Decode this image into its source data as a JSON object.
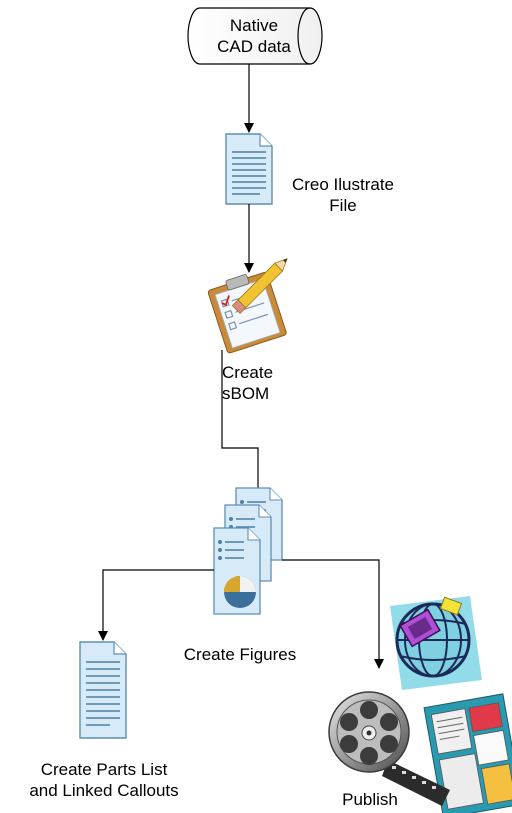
{
  "nodes": {
    "cad": {
      "line1": "Native",
      "line2": "CAD data"
    },
    "illustrate": {
      "line1": "Creo Ilustrate",
      "line2": "File"
    },
    "sbom": {
      "line1": "Create",
      "line2": "sBOM"
    },
    "figures": {
      "label": "Create Figures"
    },
    "parts": {
      "line1": "Create Parts List",
      "line2": "and Linked Callouts"
    },
    "publish": {
      "label": "Publish"
    }
  },
  "icons": {
    "cad": "cylinder-icon",
    "illustrate": "document-icon",
    "sbom": "clipboard-checklist-icon",
    "figures": "stacked-documents-icon",
    "parts": "document-icon",
    "publish": [
      "globe-icon",
      "film-reel-icon",
      "collage-icon"
    ]
  },
  "colors": {
    "doc_fill": "#d7eaf7",
    "doc_stroke": "#5f8fb2",
    "doc_lines": "#4f7fa5",
    "arrow": "#000000"
  }
}
